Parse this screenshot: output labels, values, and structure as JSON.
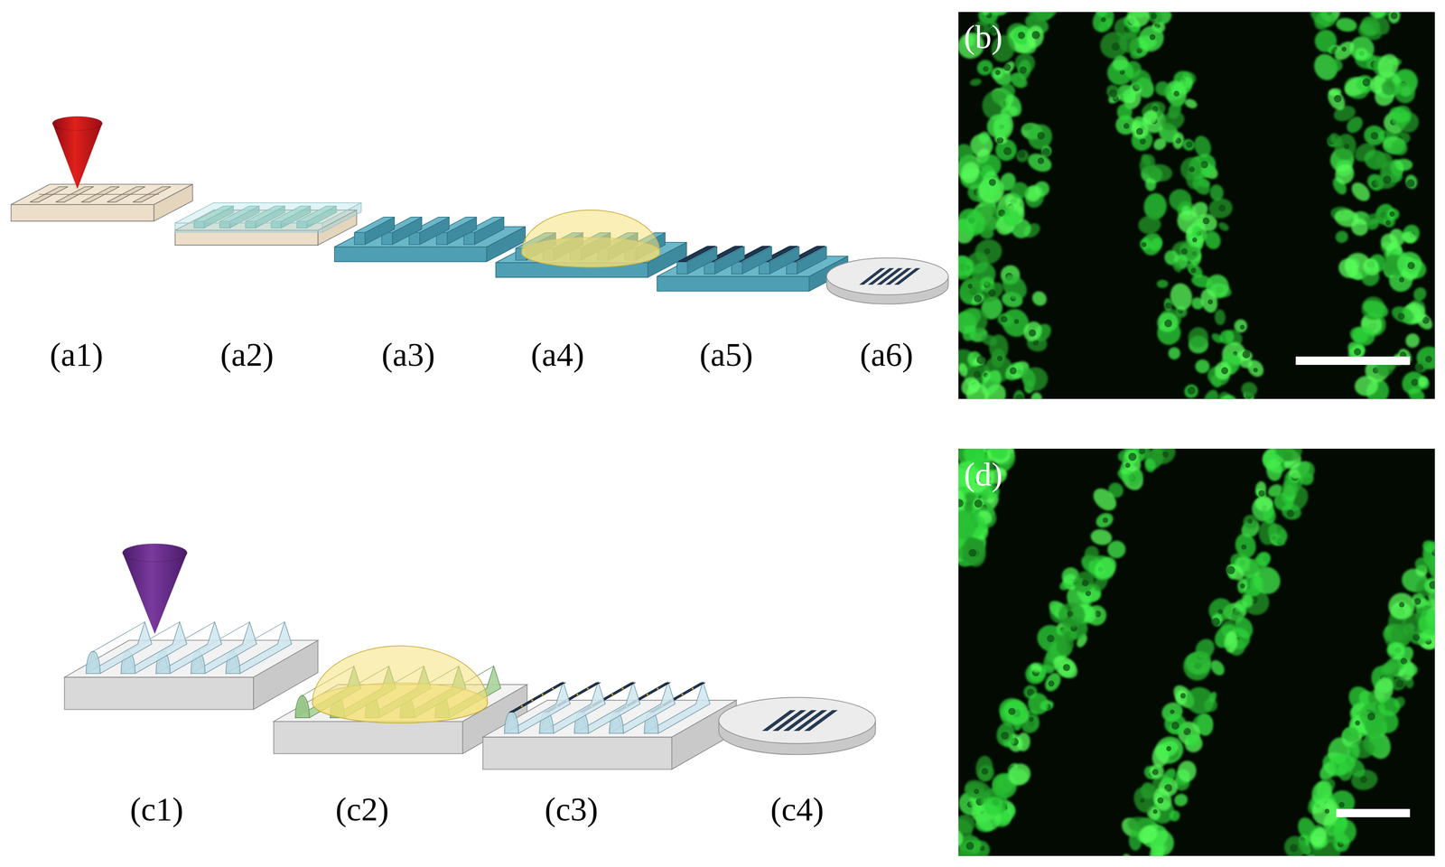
{
  "diagram": {
    "labels": [
      "(a1)",
      "(a2)",
      "(a3)",
      "(a4)",
      "(a5)",
      "(a6)",
      "(b)",
      "(c1)",
      "(c2)",
      "(c3)",
      "(c4)",
      "(d)"
    ]
  }
}
